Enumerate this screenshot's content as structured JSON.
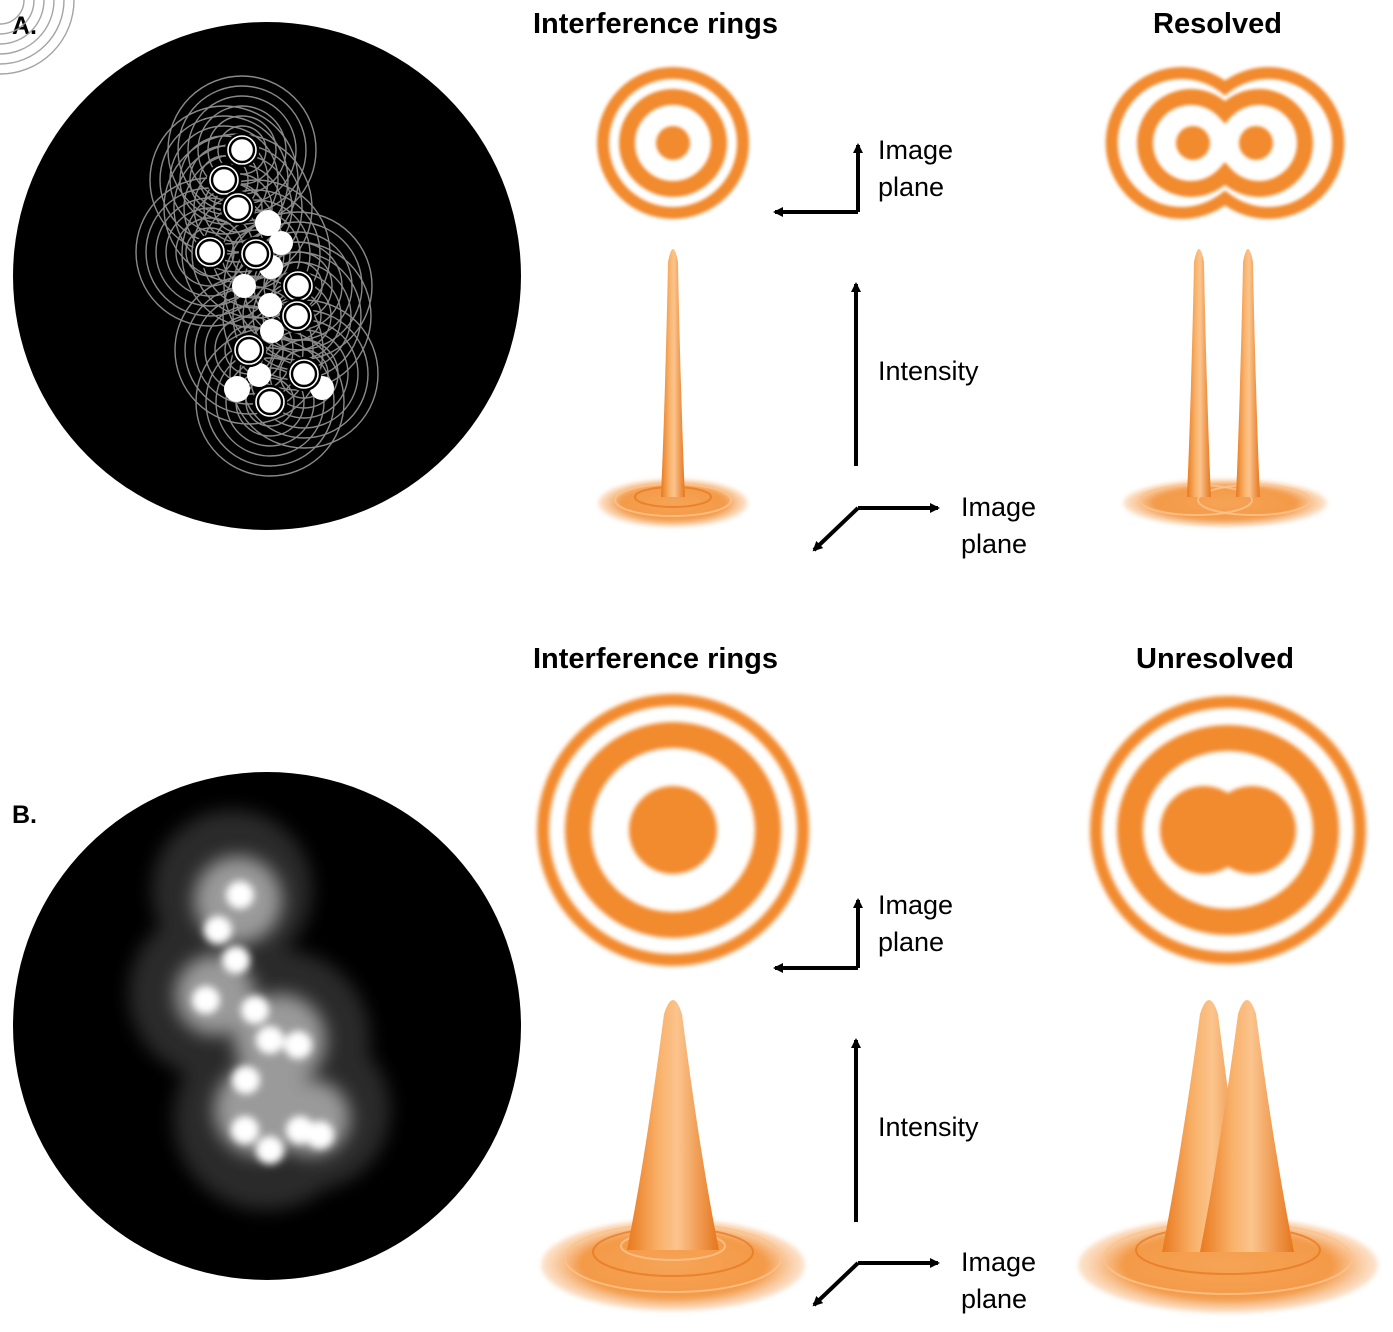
{
  "panels": [
    {
      "letter": "A.",
      "rings_heading": "Interference rings",
      "state_heading": "Resolved",
      "axis_image_plane_line1": "Image",
      "axis_image_plane_line2": "plane",
      "axis_intensity": "Intensity",
      "axis_base_line1": "Image",
      "axis_base_line2": "plane"
    },
    {
      "letter": "B.",
      "rings_heading": "Interference rings",
      "state_heading": "Unresolved",
      "axis_image_plane_line1": "Image",
      "axis_image_plane_line2": "plane",
      "axis_intensity": "Intensity",
      "axis_base_line1": "Image",
      "axis_base_line2": "plane"
    }
  ],
  "colors": {
    "orange": "#f28a2e",
    "orange_light": "#f7a95c",
    "black": "#000000",
    "white": "#ffffff"
  }
}
